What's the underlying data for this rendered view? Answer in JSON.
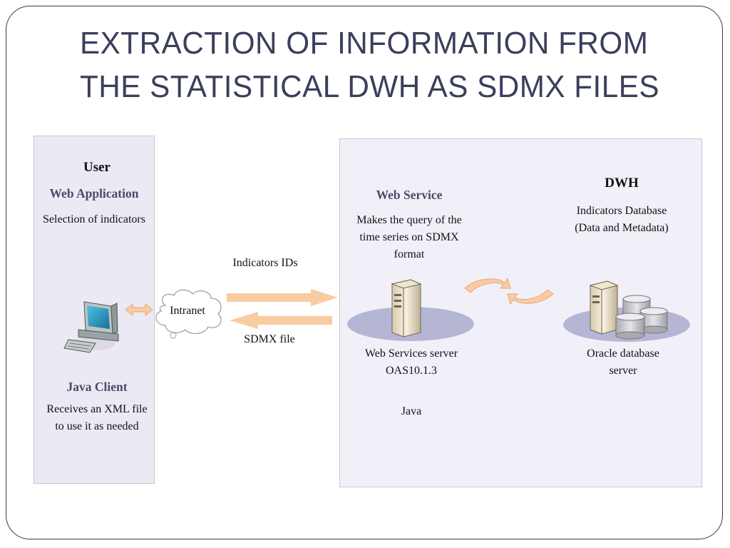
{
  "title": {
    "line1": "EXTRACTION OF INFORMATION FROM",
    "line2": "THE STATISTICAL DWH AS SDMX FILES"
  },
  "user_panel": {
    "heading": "User",
    "app_label": "Web Application",
    "app_desc": "Selection of indicators",
    "client_label": "Java Client",
    "client_desc_line1": "Receives an XML file",
    "client_desc_line2": "to use it as needed"
  },
  "network": {
    "cloud_label": "Intranet",
    "request_label": "Indicators IDs",
    "response_label": "SDMX file"
  },
  "web_service": {
    "label": "Web Service",
    "desc_line1": "Makes the query of the",
    "desc_line2": "time series on SDMX",
    "desc_line3": "format",
    "server_line1": "Web Services server",
    "server_line2": "OAS10.1.3",
    "tech": "Java"
  },
  "dwh": {
    "label": "DWH",
    "desc_line1": "Indicators Database",
    "desc_line2": "(Data and Metadata)",
    "server_line1": "Oracle database",
    "server_line2": "server"
  },
  "colors": {
    "arrow": "#f9cba0",
    "ellipse": "#b4b6d4",
    "panel": "#f1f0f8"
  }
}
